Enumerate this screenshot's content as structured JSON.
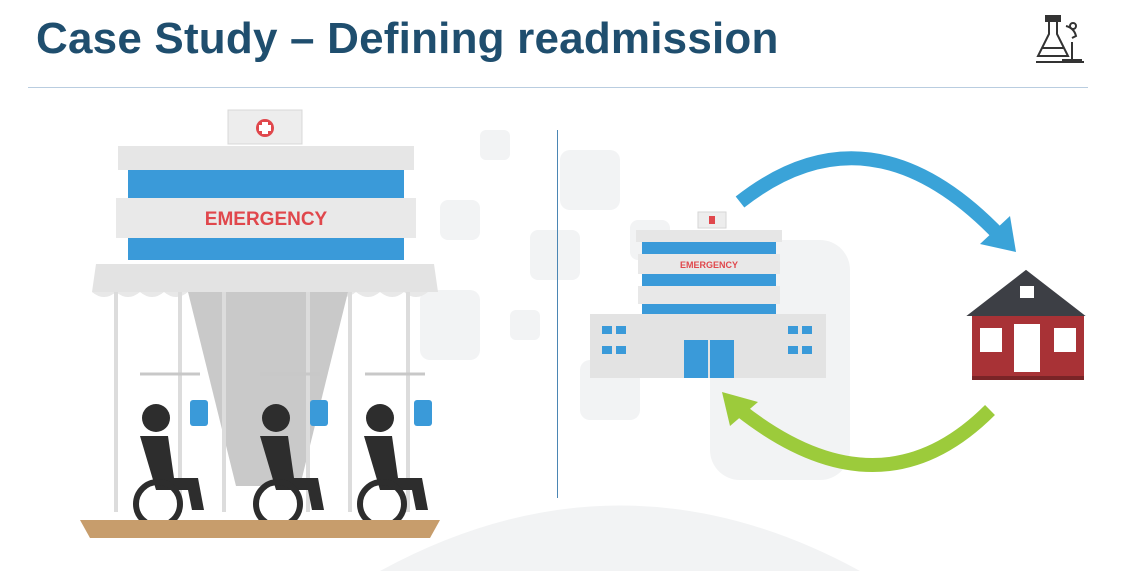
{
  "slide": {
    "title": "Case Study – Defining readmission"
  },
  "left_hospital": {
    "sign": "EMERGENCY"
  },
  "right_hospital": {
    "sign": "EMERGENCY"
  },
  "colors": {
    "title": "#1f4e6e",
    "building_blue": "#3a9ad9",
    "sign_red": "#e0474c",
    "arrow_blue": "#3aa3d8",
    "arrow_green": "#9ccb3b",
    "house_red": "#a83236",
    "roof": "#3d3f45",
    "floor": "#c79d6c"
  },
  "icons": [
    "lab-flask-microscope-icon",
    "hospital-icon",
    "house-icon",
    "wheelchair-patient-icon",
    "iv-drip-icon"
  ]
}
